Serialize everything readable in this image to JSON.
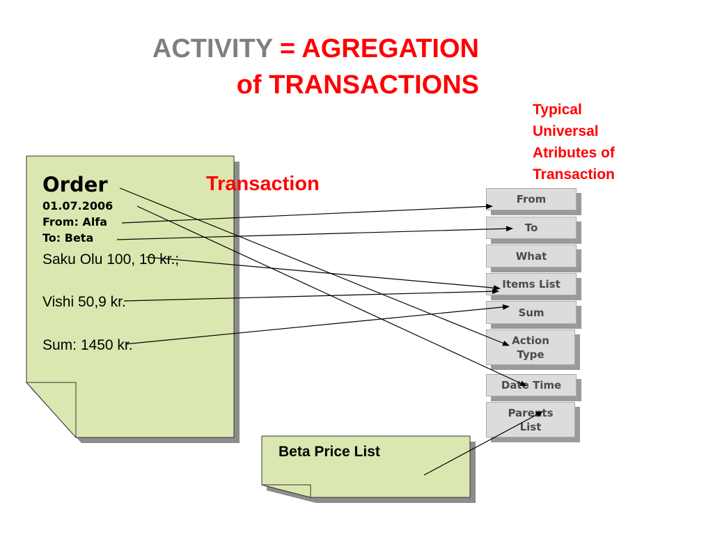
{
  "title": {
    "part1": "ACTIVITY",
    "part2": " = AGREGATION",
    "line2": "of TRANSACTIONS"
  },
  "note_lines": [
    "Typical",
    "Universal",
    "Atributes of",
    "Transaction"
  ],
  "transaction_label": "Transaction",
  "order": {
    "heading": "Order",
    "date": "01.07.2006",
    "from": "From: Alfa",
    "to": "To: Beta",
    "item1": "Saku Olu 100, 10 kr.;",
    "item2": "Vishi 50,9 kr.",
    "sum": "Sum: 1450 kr."
  },
  "price_list": "Beta Price List",
  "attributes": [
    "From",
    "To",
    "What",
    "Items List",
    "Sum",
    "Action Type",
    "Date Time",
    "Parents List"
  ],
  "colors": {
    "title_gray": "#7f7f7f",
    "accent_red": "#ff0000",
    "note_fill": "#dbe7b0",
    "attr_fill": "#dcdcdc"
  }
}
